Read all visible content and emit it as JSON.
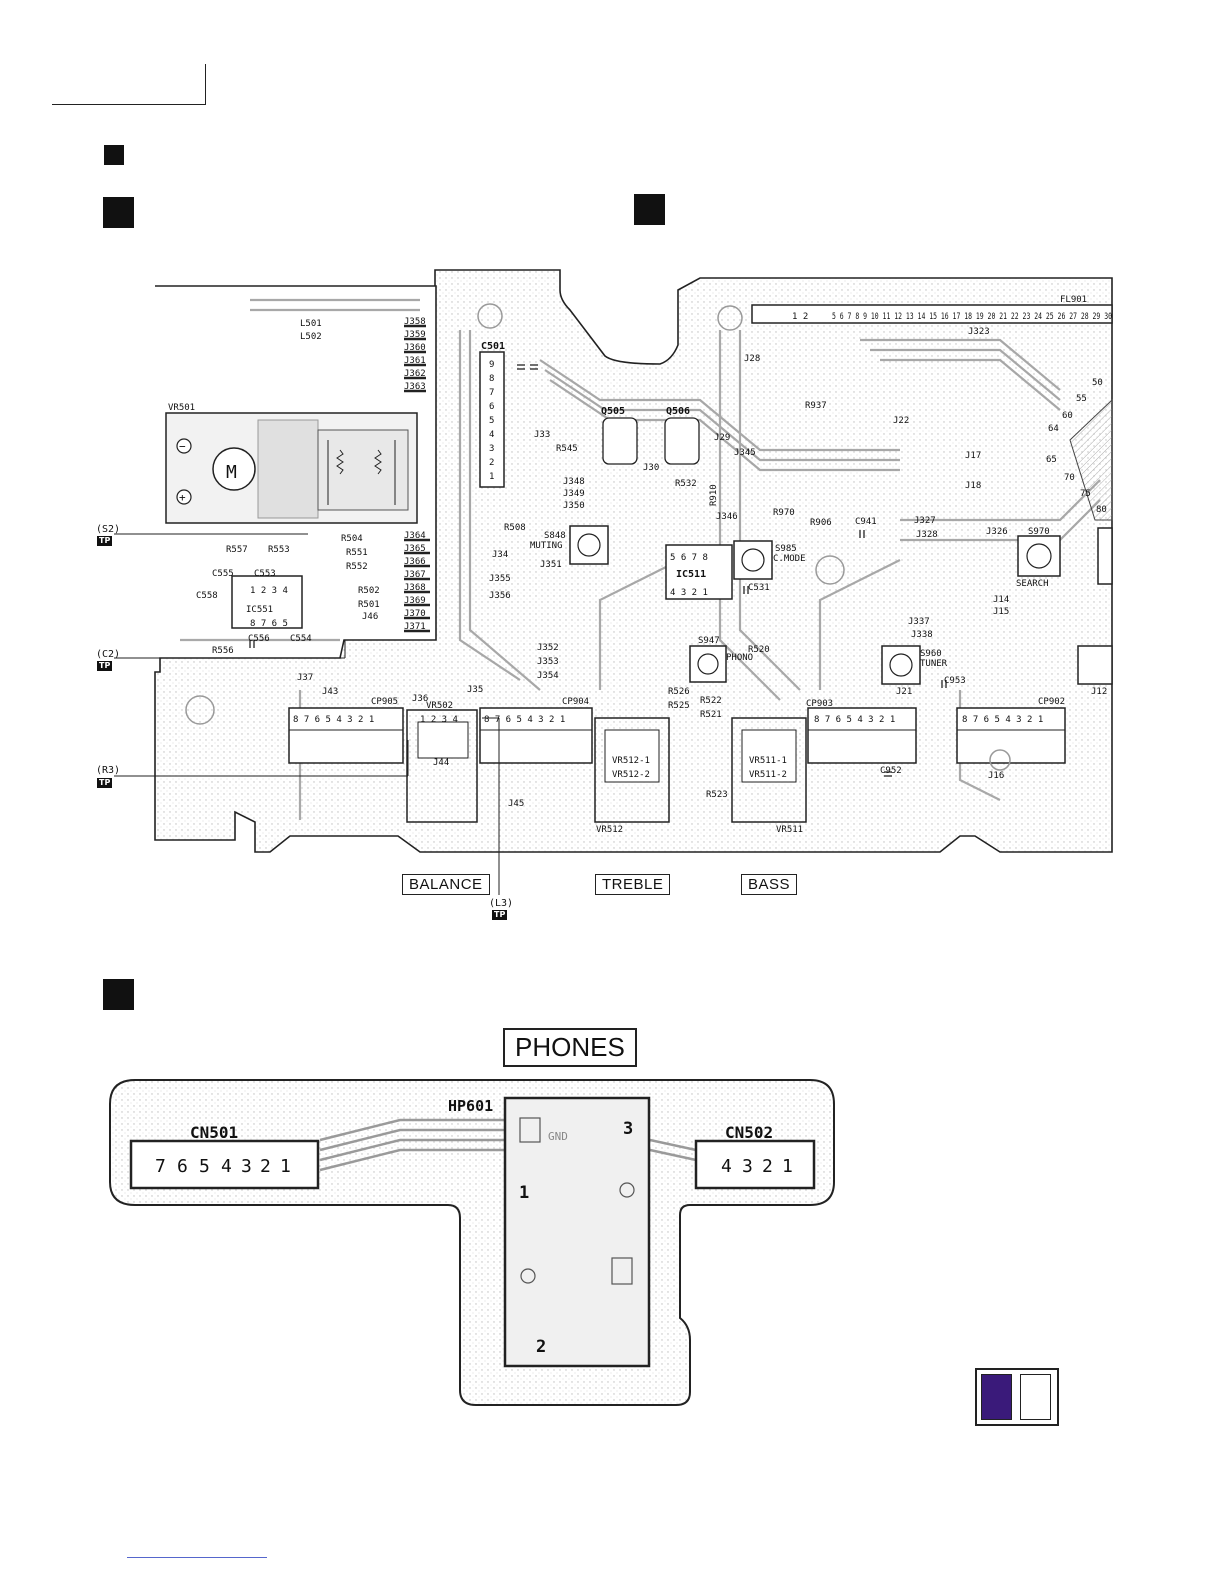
{
  "main_board": {
    "test_points": [
      {
        "id": "S2",
        "label": "(S2)",
        "badge": "TP"
      },
      {
        "id": "C2",
        "label": "(C2)",
        "badge": "TP"
      },
      {
        "id": "R3",
        "label": "(R3)",
        "badge": "TP"
      },
      {
        "id": "L3",
        "label": "(L3)",
        "badge": "TP"
      }
    ],
    "controls": {
      "balance": "BALANCE",
      "treble": "TREBLE",
      "bass": "BASS"
    },
    "components": {
      "l501": "L501",
      "l502": "L502",
      "vr501": "VR501",
      "ic551": "IC551",
      "c501": "C501",
      "q505": "Q505",
      "q506": "Q506",
      "ic511": "IC511",
      "s848": "S848",
      "muting": "MUTING",
      "s985": "S985",
      "c_mode": "C.MODE",
      "s970": "S970",
      "search": "SEARCH",
      "s947": "S947",
      "phono": "PHONO",
      "s960": "S960",
      "tuner": "TUNER",
      "vr502": "VR502",
      "vr512": "VR512",
      "vr511": "VR511",
      "vr512_1": "VR512-1",
      "vr512_2": "VR512-2",
      "vr511_1": "VR511-1",
      "vr511_2": "VR511-2",
      "fl901": "FL901",
      "cp905": "CP905",
      "cp904": "CP904",
      "cp903": "CP903",
      "cp902": "CP902",
      "r937": "R937",
      "r545": "R545",
      "r508": "R508",
      "r532": "R532",
      "r910": "R910",
      "r970": "R970",
      "r906": "R906",
      "c941": "C941",
      "r557": "R557",
      "r553": "R553",
      "r504": "R504",
      "r551": "R551",
      "r552": "R552",
      "r502": "R502",
      "r501": "R501",
      "r556": "R556",
      "c556": "C556",
      "c554": "C554",
      "c553": "C553",
      "c555": "C555",
      "c558": "C558",
      "r520": "R520",
      "r526": "R526",
      "r525": "R525",
      "r521": "R521",
      "r522": "R522",
      "r523": "R523",
      "c952": "C952",
      "c953": "C953",
      "c531": "C531",
      "j33": "J33",
      "j34": "J34",
      "j35": "J35",
      "j36": "J36",
      "j37": "J37",
      "j43": "J43",
      "j44": "J44",
      "j45": "J45",
      "j46": "J46",
      "j29": "J29",
      "j30": "J30",
      "j17": "J17",
      "j18": "J18",
      "j16": "J16",
      "j12": "J12",
      "j14": "J14",
      "j15": "J15",
      "j21": "J21",
      "j22": "J22",
      "j28": "J28",
      "j323": "J323",
      "j327": "J327",
      "j328": "J328",
      "j326": "J326",
      "j337": "J337",
      "j338": "J338",
      "j345": "J345",
      "j346": "J346",
      "j348": "J348",
      "j349": "J349",
      "j350": "J350",
      "j351": "J351",
      "j352": "J352",
      "j353": "J353",
      "j354": "J354",
      "j355": "J355",
      "j356": "J356",
      "j358": "J358",
      "j359": "J359",
      "j360": "J360",
      "j361": "J361",
      "j362": "J362",
      "j363": "J363",
      "j364": "J364",
      "j365": "J365",
      "j366": "J366",
      "j367": "J367",
      "j368": "J368",
      "j369": "J369",
      "j370": "J370",
      "j371": "J371"
    },
    "connector_pins": {
      "cp905": "8 7 6 5 4 3 2 1",
      "cp904": "8 7 6 5 4 3 2 1",
      "cp903": "8 7 6 5 4 3 2 1",
      "cp902": "8 7 6 5 4 3 2 1",
      "vr502": "1 2 3 4",
      "c501": [
        "9",
        "8",
        "7",
        "6",
        "5",
        "4",
        "3",
        "2",
        "1"
      ],
      "ic551_top": "1 2 3 4",
      "ic551_bottom": "8 7 6 5",
      "ic511_top": "5 6 7 8",
      "ic511_bottom": "4 3 2 1",
      "fl901_a": "1 2",
      "fl901_b": "5 6 7 8 9 10 11 12 13 14 15 16 17 18 19 20 21 22 23 24 25 26 27 28 29 30"
    },
    "ic_pin_numbers": [
      "50",
      "55",
      "60",
      "64",
      "65",
      "70",
      "75",
      "80"
    ],
    "motor": {
      "letter": "M",
      "minus": "−",
      "plus": "+"
    }
  },
  "phones_board": {
    "title": "PHONES",
    "hp601": "HP601",
    "gnd": "GND",
    "pin1": "1",
    "pin2": "2",
    "pin3": "3",
    "cn501": {
      "name": "CN501",
      "pins": [
        "7",
        "6",
        "5",
        "4",
        "3",
        "2",
        "1"
      ]
    },
    "cn502": {
      "name": "CN502",
      "pins": [
        "4",
        "3",
        "2",
        "1"
      ]
    }
  },
  "colors": {
    "legend_filled": "#3a1a7a",
    "ink": "#111111",
    "trace": "#9a9a9a"
  }
}
